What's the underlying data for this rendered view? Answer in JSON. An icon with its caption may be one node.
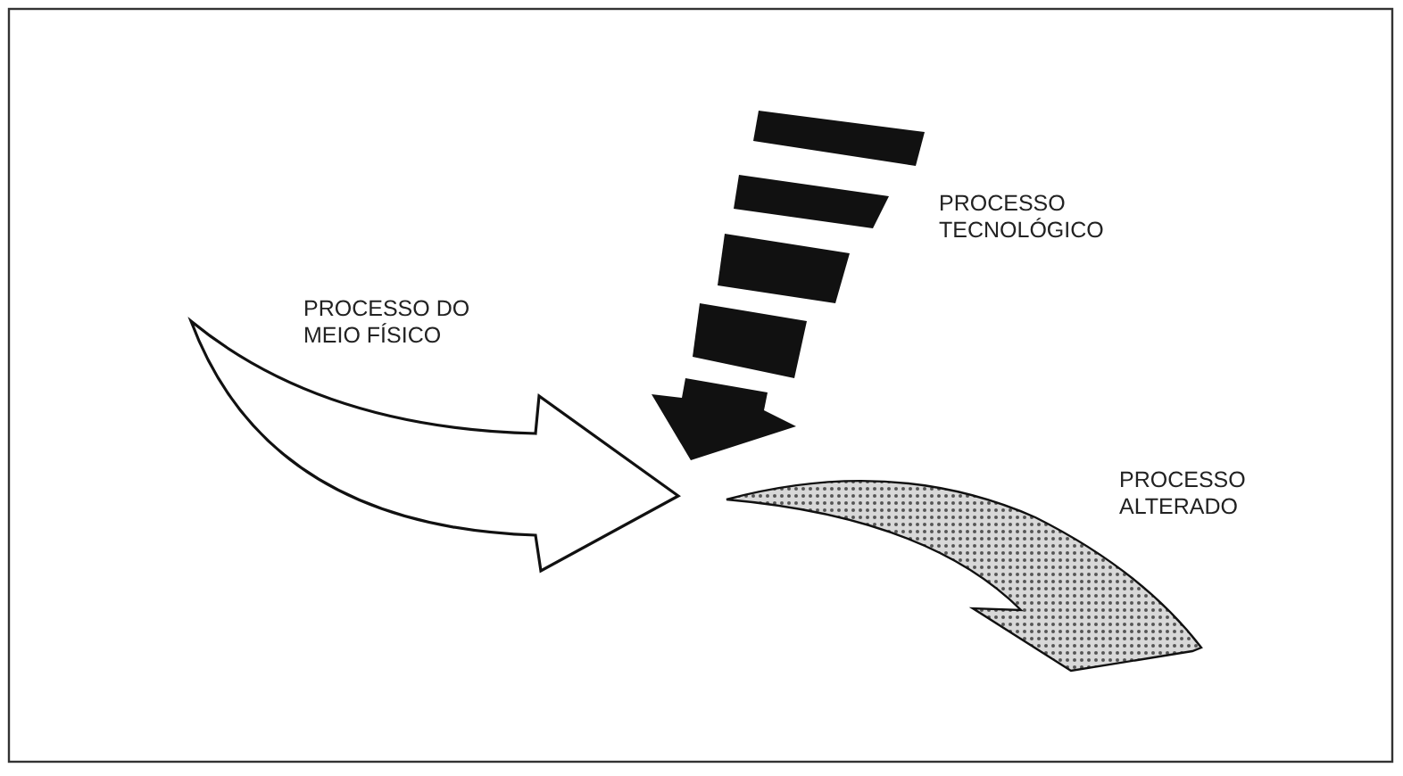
{
  "diagram": {
    "labels": [
      "PROCESSO DO MEIO FÍSICO",
      "PROCESSO TECNOLÓGICO",
      "PROCESSO ALTERADO"
    ]
  }
}
